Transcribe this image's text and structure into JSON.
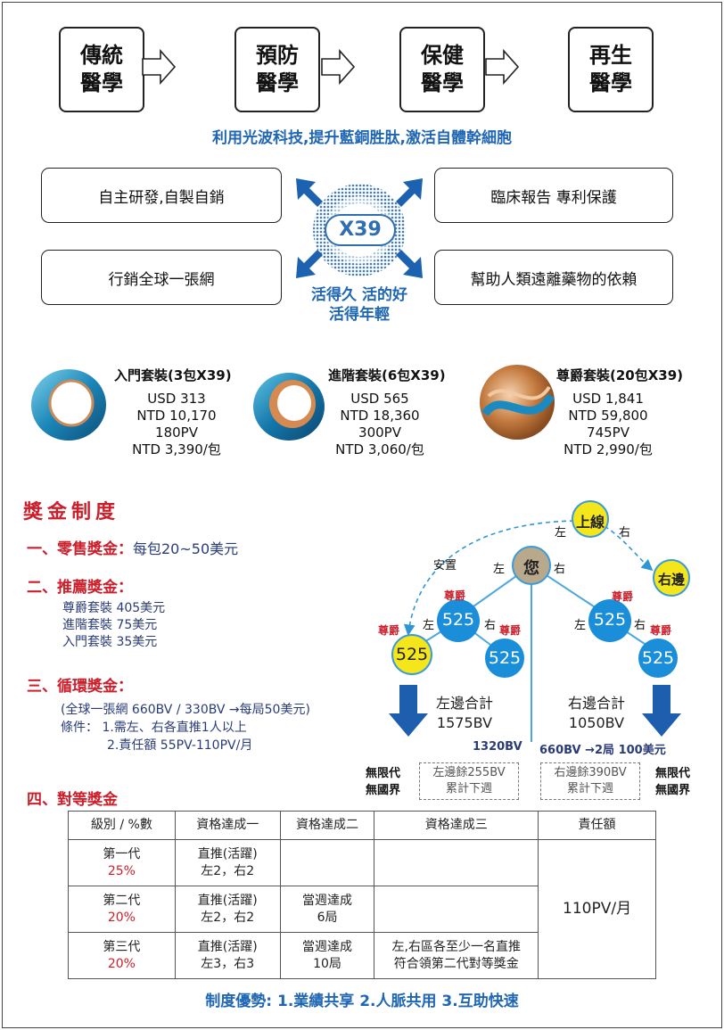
{
  "flow": {
    "boxes": [
      {
        "line1": "傳統",
        "line2": "醫學"
      },
      {
        "line1": "預防",
        "line2": "醫學"
      },
      {
        "line1": "保健",
        "line2": "醫學"
      },
      {
        "line1": "再生",
        "line2": "醫學"
      }
    ]
  },
  "tagline": "利用光波科技,提升藍銅胜肽,激活自體幹細胞",
  "features": {
    "top_left": "自主研發,自製自銷",
    "top_right": "臨床報告  專利保護",
    "bottom_left": "行銷全球一張網",
    "bottom_right": "幫助人類遠離藥物的依賴"
  },
  "logo_text": "X39",
  "slogan": {
    "line1": "活得久  活的好",
    "line2": "活得年輕"
  },
  "packages": [
    {
      "title": "入門套裝(3包X39)",
      "usd": "USD 313",
      "ntd": "NTD 10,170",
      "pv": "180PV",
      "per": "NTD 3,390/包"
    },
    {
      "title": "進階套裝(6包X39)",
      "usd": "USD 565",
      "ntd": "NTD 18,360",
      "pv": "300PV",
      "per": "NTD 3,060/包"
    },
    {
      "title": "尊爵套裝(20包X39)",
      "usd": "USD 1,841",
      "ntd": "NTD 59,800",
      "pv": "745PV",
      "per": "NTD 2,990/包"
    }
  ],
  "bonus": {
    "heading": "獎金制度",
    "retail": {
      "label": "一、零售獎金：",
      "text": "每包20~50美元"
    },
    "referral": {
      "label": "二、推薦獎金：",
      "items": [
        "尊爵套裝 405美元",
        "進階套裝 75美元",
        "入門套裝 35美元"
      ]
    },
    "cycle": {
      "label": "三、循環獎金：",
      "line1": "(全球一張網  660BV / 330BV  →每局50美元)",
      "line2": "條件：  1.需左、右各直推1人以上",
      "line3": "2.責任額 55PV-110PV/月"
    },
    "matching": {
      "label": "四、對等獎金"
    }
  },
  "tree": {
    "upline": "上線",
    "you": "您",
    "right_side": "右邊",
    "left_lbl": "左",
    "right_lbl": "右",
    "place": "安置",
    "noble": "尊爵",
    "node_value": "525",
    "left_total_label": "左邊合計",
    "left_total": "1575BV",
    "right_total_label": "右邊合計",
    "right_total": "1050BV",
    "calc_left": "1320BV",
    "calc_right": "660BV →2局 100美元",
    "unlimited_gen": "無限代",
    "no_borders": "無國界",
    "left_remain": "左邊餘255BV",
    "right_remain": "右邊餘390BV",
    "carry": "累計下週"
  },
  "table": {
    "headers": [
      "級別 / %數",
      "資格達成一",
      "資格達成二",
      "資格達成三",
      "責任額"
    ],
    "rows": [
      {
        "gen": "第一代",
        "pct": "25%",
        "c1a": "直推(活躍)",
        "c1b": "左2，右2",
        "c2a": "",
        "c2b": "",
        "c3a": "",
        "c3b": ""
      },
      {
        "gen": "第二代",
        "pct": "20%",
        "c1a": "直推(活躍)",
        "c1b": "左2，右2",
        "c2a": "當週達成",
        "c2b": "6局",
        "c3a": "",
        "c3b": ""
      },
      {
        "gen": "第三代",
        "pct": "20%",
        "c1a": "直推(活躍)",
        "c1b": "左3，右3",
        "c2a": "當週達成",
        "c2b": "10局",
        "c3a": "左,右區各至少一名直推",
        "c3b": "符合領第二代對等獎金"
      }
    ],
    "quota": "110PV/月"
  },
  "footer": "制度優勢: 1.業績共享  2.人脈共用  3.互助快速",
  "colors": {
    "blue": "#1f66b3",
    "red": "#cc1f2b",
    "navy": "#2a3c78",
    "node_blue": "#1a8ed8",
    "node_yellow": "#f5e61c",
    "node_tan": "#b9a98c"
  }
}
